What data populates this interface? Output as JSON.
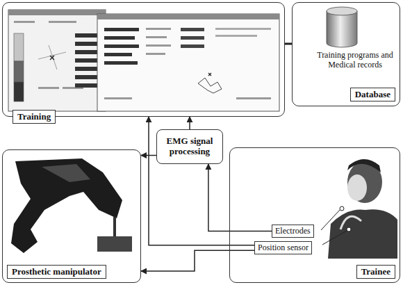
{
  "diagram": {
    "nodes": [
      {
        "text": [
          "Training"
        ]
      },
      {
        "text": [
          "Training programs and Medical records",
          "Database"
        ]
      },
      {
        "text": [
          "EMG signal processing"
        ]
      },
      {
        "text": [
          "Prosthetic manipulator"
        ]
      },
      {
        "text": [
          "Trainee"
        ]
      },
      {
        "text": [
          "Electrodes"
        ],
        "in": 4
      },
      {
        "text": [
          "Position sensor"
        ],
        "in": 4
      }
    ],
    "edges": [
      {
        "from": 0,
        "to": 1,
        "arrow": "none"
      },
      {
        "from": 2,
        "to": 0,
        "arrow": "to"
      },
      {
        "from": 5,
        "to": 2,
        "arrow": "to"
      },
      {
        "from": 2,
        "to": 3,
        "arrow": "to"
      },
      {
        "from": 6,
        "to": 3,
        "arrow": "to"
      },
      {
        "from": 6,
        "to": 0,
        "arrow": "to"
      }
    ]
  }
}
